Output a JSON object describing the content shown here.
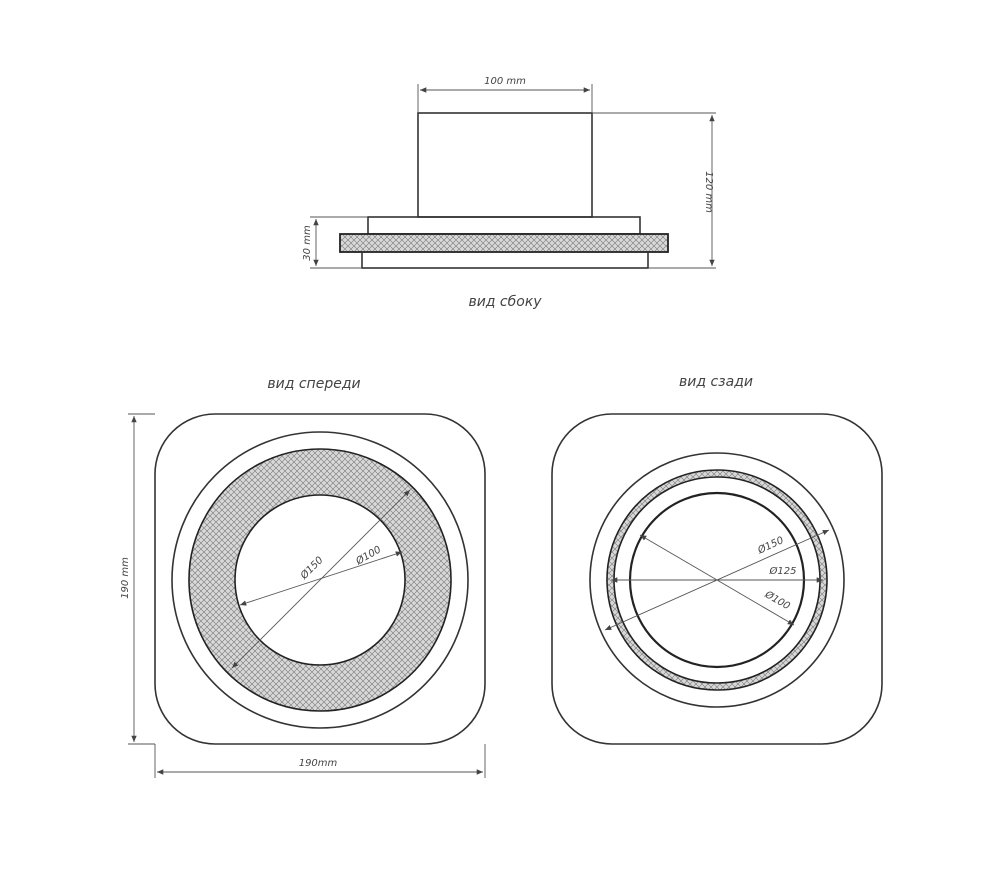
{
  "side_view": {
    "caption": "вид сбоку",
    "width_label": "100 mm",
    "height_label": "120 mm",
    "flange_label": "30 mm"
  },
  "front_view": {
    "caption": "вид спереди",
    "outer_dia_label": "Ø150",
    "inner_dia_label": "Ø100",
    "height_label": "190 mm",
    "width_label": "190mm"
  },
  "back_view": {
    "caption": "вид сзади",
    "dia_150_label": "Ø150",
    "dia_125_label": "Ø125",
    "dia_100_label": "Ø100"
  }
}
